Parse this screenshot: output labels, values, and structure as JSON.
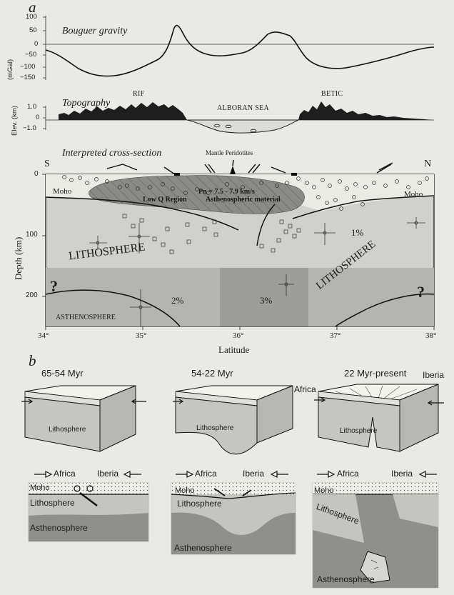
{
  "panels": {
    "a": "a",
    "b": "b"
  },
  "gravity": {
    "title": "Bouguer gravity",
    "unit": "(mGal)",
    "ticks": [
      "100",
      "50",
      "0",
      "−50",
      "−100",
      "−150"
    ]
  },
  "topography": {
    "title": "Topography",
    "unit": "Elev. (km)",
    "ticks": [
      "1.0",
      "0",
      "−1.0"
    ],
    "regions": [
      "RIF",
      "ALBORAN SEA",
      "BETIC"
    ]
  },
  "section": {
    "title": "Interpreted cross-section",
    "peridotites": "Mantle Peridotites",
    "south": "S",
    "north": "N",
    "moho_left": "Moho",
    "moho_right": "Moho",
    "pn": "Pn = 7.5 - 7.9 km/s",
    "low_q": "Low Q Region",
    "astheno_mat": "Asthenospheric material",
    "litho_left": "LITHOSPHERE",
    "litho_right": "LITHOSPHERE",
    "astheno": "ASTHENOSPHERE",
    "pct1": "1%",
    "pct2": "2%",
    "pct3": "3%",
    "question_left": "?",
    "question_right": "?",
    "ylabel": "Depth (km)",
    "yticks": [
      "0",
      "100",
      "200"
    ],
    "xlabel": "Latitude",
    "xticks": [
      "34°",
      "35°",
      "36°",
      "37°",
      "38°"
    ]
  },
  "stages": [
    {
      "age": "65-54 Myr",
      "block_label": "Lithosphere",
      "africa": "Africa",
      "iberia": "Iberia",
      "moho": "Moho",
      "litho": "Lithosphere",
      "astheno": "Asthenosphere"
    },
    {
      "age": "54-22 Myr",
      "block_label": "Lithosphere",
      "top_label": "Africa",
      "africa": "Africa",
      "iberia": "Iberia",
      "moho": "Moho",
      "litho": "Lithosphere",
      "astheno": "Asthenosphere"
    },
    {
      "age": "22 Myr-present",
      "block_label": "Lithosphere",
      "top_label": "Iberia",
      "africa": "Africa",
      "iberia": "Iberia",
      "moho": "Moho",
      "litho": "Lithosphere",
      "astheno": "Asthenosphere"
    }
  ],
  "colors": {
    "background": "#e9e9e6",
    "topo_fill": "#1e1e1e",
    "lithosphere": "#cfcfcc",
    "asthenosphere": "#9d9d9a",
    "anomaly": "#8a8a88",
    "crust": "#f3f3ee"
  }
}
